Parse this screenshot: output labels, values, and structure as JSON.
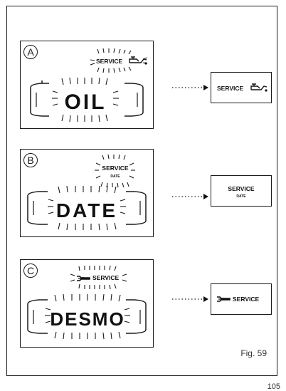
{
  "panels": [
    {
      "letter": "A",
      "indicator": "SERVICE",
      "indicator_sub": "",
      "indicator_icon": "oil-can-icon",
      "display_text": "OIL",
      "result_label": "SERVICE",
      "result_sub": "",
      "result_icon": "oil-can-icon"
    },
    {
      "letter": "B",
      "indicator": "SERVICE",
      "indicator_sub": "DATE",
      "indicator_icon": "",
      "display_text": "DATE",
      "result_label": "SERVICE",
      "result_sub": "DATE",
      "result_icon": ""
    },
    {
      "letter": "C",
      "indicator": "SERVICE",
      "indicator_sub": "",
      "indicator_icon": "wrench-icon",
      "display_text": "DESMO",
      "result_label": "SERVICE",
      "result_sub": "",
      "result_icon": "wrench-icon"
    }
  ],
  "figure_label": "Fig. 59",
  "page_number": "105"
}
